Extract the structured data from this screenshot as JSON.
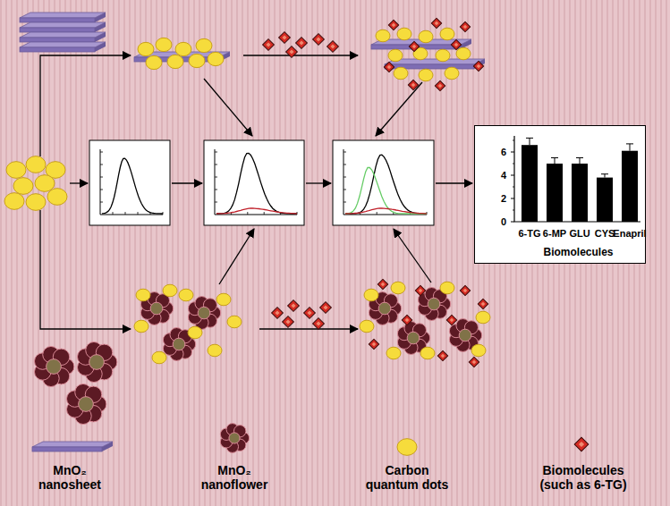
{
  "diagram": {
    "nodes": [
      {
        "text": [
          "Biomolecules"
        ]
      }
    ],
    "labels": [
      "6",
      "4",
      "2",
      "0",
      "6-TG",
      "6-MP",
      "GLU",
      "CYS",
      "Enapril"
    ],
    "legend": [
      {
        "text": "MnO₂ nanosheet"
      },
      {
        "text": "MnO₂ nanoflower"
      },
      {
        "text": "Carbon quantum dots"
      },
      {
        "text": "Biomolecules (such as 6-TG)"
      }
    ]
  }
}
